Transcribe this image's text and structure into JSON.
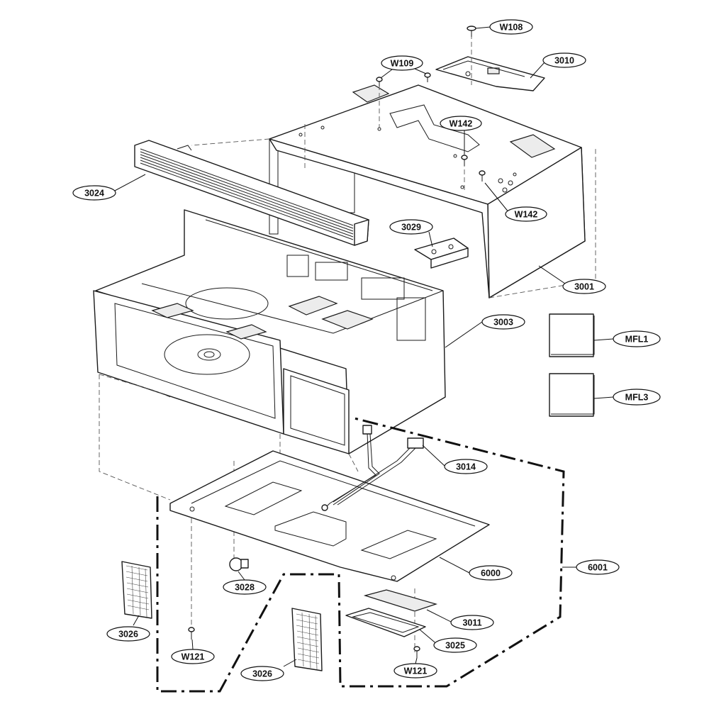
{
  "labels": {
    "w108": "W108",
    "w109": "W109",
    "p3010": "3010",
    "w142_top": "W142",
    "w142_side": "W142",
    "p3024": "3024",
    "p3029": "3029",
    "p3001": "3001",
    "p3003": "3003",
    "mfl1": "MFL1",
    "mfl3": "MFL3",
    "p3014": "3014",
    "p6000": "6000",
    "p6001": "6001",
    "p3028": "3028",
    "p3026_left": "3026",
    "p3026_bottom": "3026",
    "p3011": "3011",
    "p3025": "3025",
    "w121_left": "W121",
    "w121_right": "W121"
  },
  "colors": {
    "line": "#1a1a1a",
    "background": "#ffffff",
    "shade": "#ececec"
  }
}
